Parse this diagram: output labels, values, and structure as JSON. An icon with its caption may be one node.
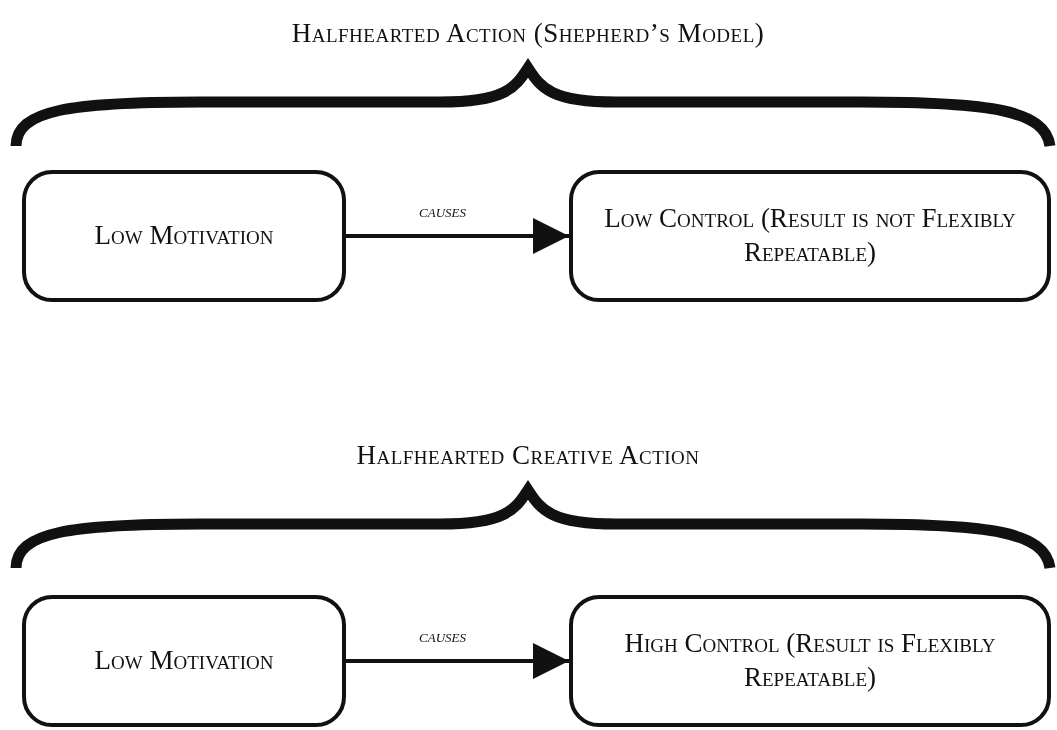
{
  "diagram": {
    "nodes": [
      {
        "text": [
          "Low Motivation"
        ]
      },
      {
        "text": [
          "Low Control (Result is not Flexibly Repeatable)"
        ]
      },
      {
        "text": [
          "Low Motivation"
        ]
      },
      {
        "text": [
          "High Control (Result is Flexibly Repeatable)"
        ]
      }
    ],
    "edges": [
      {
        "from": 0,
        "to": 1,
        "arrow": "to",
        "label": "causes"
      },
      {
        "from": 2,
        "to": 3,
        "arrow": "to",
        "label": "causes"
      }
    ],
    "labels": [
      "Halfhearted Action (Shepherd’s Model)",
      "Halfhearted Creative Action"
    ]
  }
}
